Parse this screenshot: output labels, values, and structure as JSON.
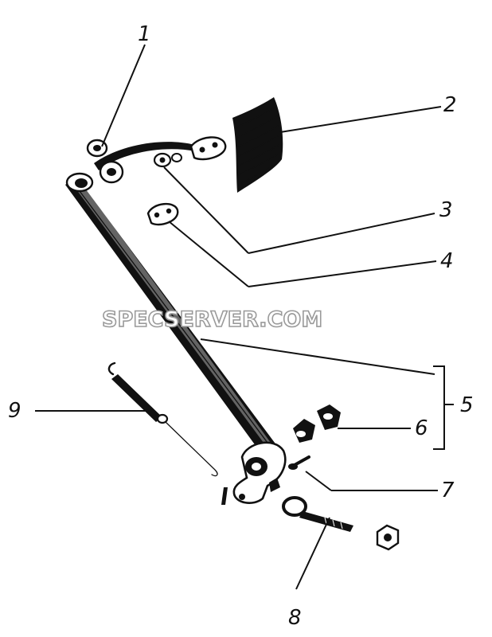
{
  "diagram": {
    "callouts": [
      {
        "id": "1",
        "label": "1"
      },
      {
        "id": "2",
        "label": "2"
      },
      {
        "id": "3",
        "label": "3"
      },
      {
        "id": "4",
        "label": "4"
      },
      {
        "id": "5",
        "label": "5"
      },
      {
        "id": "6",
        "label": "6"
      },
      {
        "id": "7",
        "label": "7"
      },
      {
        "id": "8",
        "label": "8"
      },
      {
        "id": "9",
        "label": "9"
      }
    ],
    "watermark": "SPECSERVER.COM",
    "colors": {
      "ink": "#111111",
      "watermark_outline": "#9a9a9a",
      "background": "#ffffff"
    }
  }
}
